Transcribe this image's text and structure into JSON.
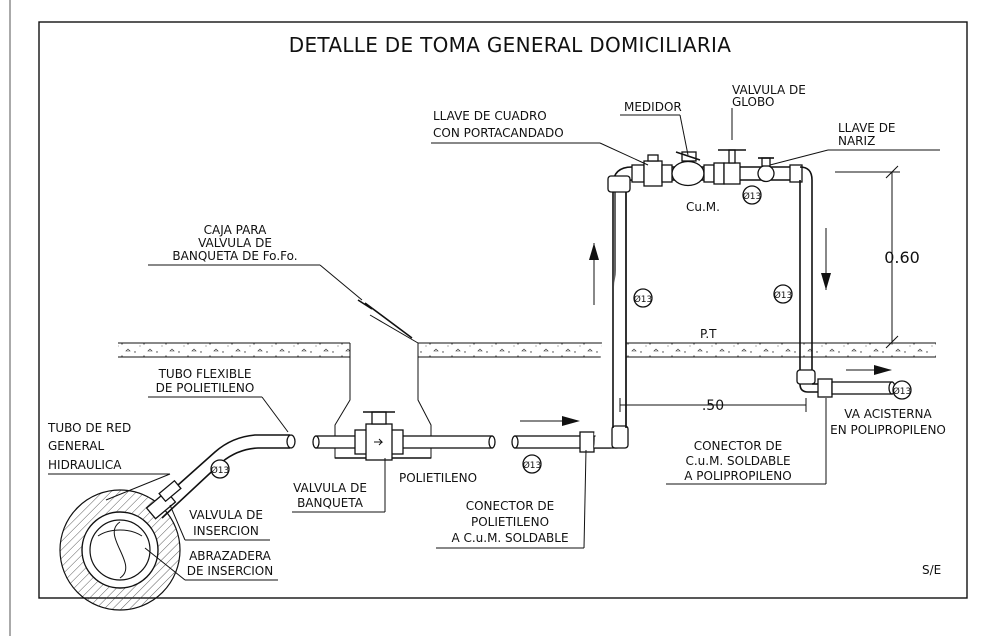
{
  "title": "DETALLE DE TOMA GENERAL DOMICILIARIA",
  "labels": {
    "llave_cuadro": [
      "LLAVE DE CUADRO",
      "CON PORTACANDADO"
    ],
    "medidor": "MEDIDOR",
    "valvula_globo": [
      "VALVULA DE",
      "GLOBO"
    ],
    "llave_nariz": [
      "LLAVE DE",
      "NARIZ"
    ],
    "cum": "Cu.M.",
    "caja": [
      "CAJA PARA",
      "VALVULA DE",
      "BANQUETA DE Fo.Fo."
    ],
    "tubo_flexible": [
      "TUBO FLEXIBLE",
      "DE POLIETILENO"
    ],
    "tubo_red": [
      "TUBO DE RED",
      "GENERAL",
      "HIDRAULICA"
    ],
    "valvula_insercion": [
      "VALVULA DE",
      "INSERCION"
    ],
    "abrazadera": [
      "ABRAZADERA",
      "DE INSERCION"
    ],
    "valvula_banqueta": [
      "VALVULA DE",
      "BANQUETA"
    ],
    "polietileno": "POLIETILENO",
    "conector_polietileno": [
      "CONECTOR DE",
      "POLIETILENO",
      "A C.u.M. SOLDABLE"
    ],
    "conector_cum": [
      "CONECTOR DE",
      "C.u.M. SOLDABLE",
      "A POLIPROPILENO"
    ],
    "va_acisterna": [
      "VA ACISTERNA",
      "EN POLIPROPILENO"
    ],
    "pt": "P.T",
    "scale": "S/E"
  },
  "dimensions": {
    "height": "0.60",
    "width": ".50"
  },
  "diameter_tag": "Ø13"
}
